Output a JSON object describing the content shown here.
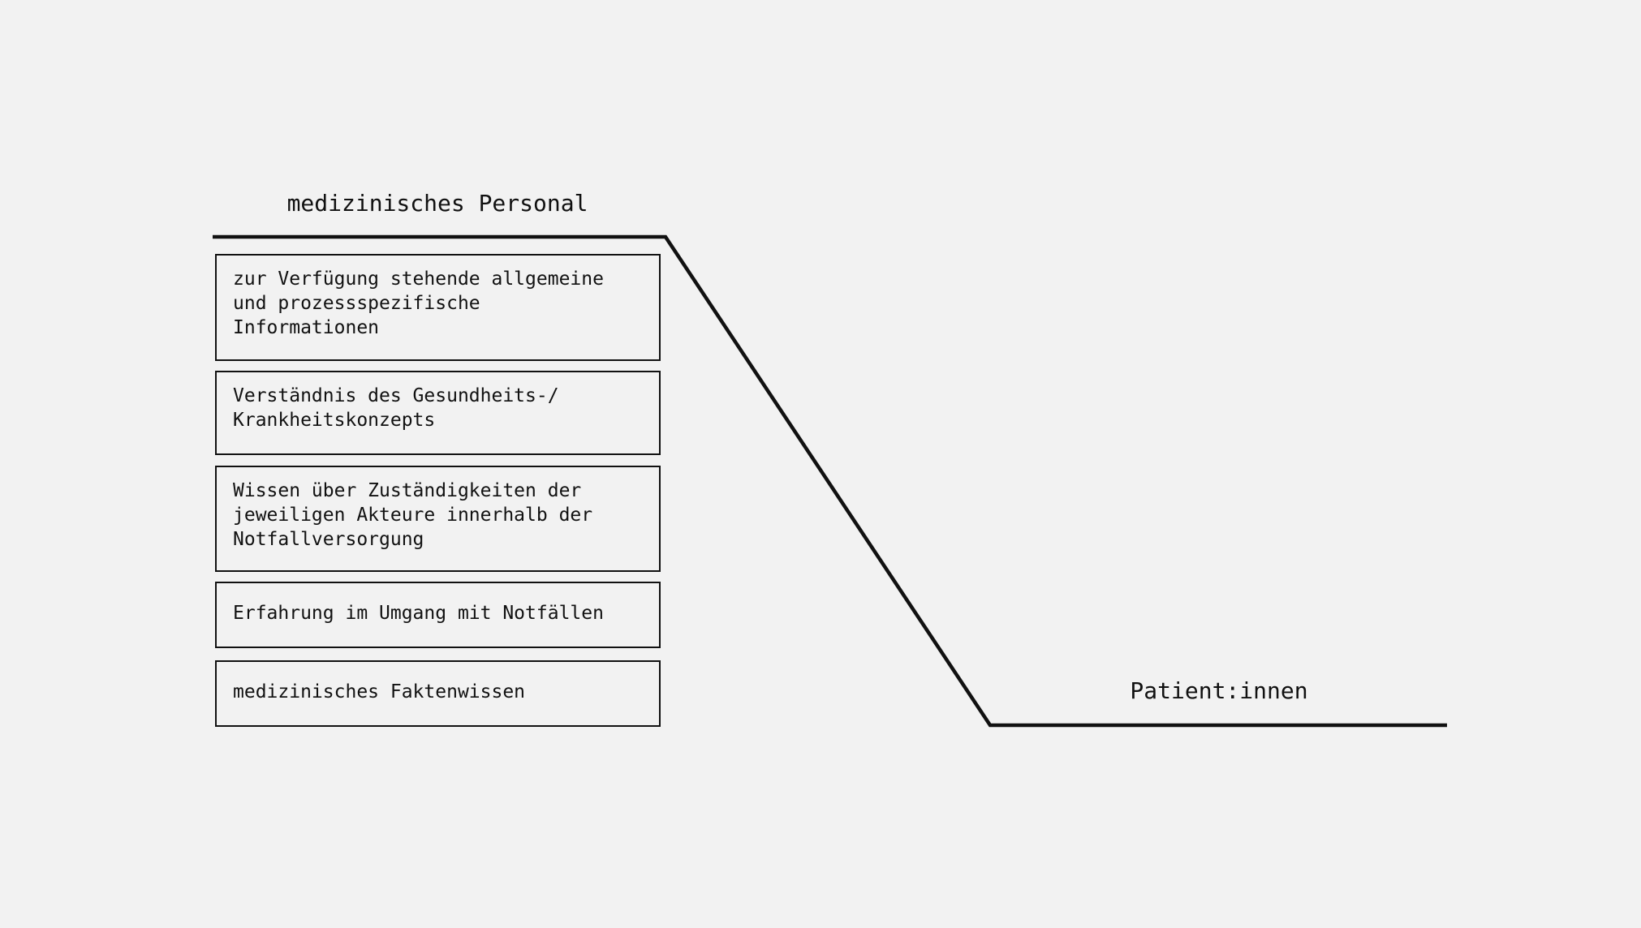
{
  "left_label": "medizinisches Personal",
  "right_label": "Patient:innen",
  "boxes": [
    "zur Verfügung stehende allgemeine\nund prozessspezifische\nInformationen",
    "Verständnis des Gesundheits-/\nKrankheitskonzepts",
    "Wissen über Zuständigkeiten der\njeweiligen Akteure innerhalb der\nNotfallversorgung",
    "Erfahrung im Umgang mit Notfällen",
    "medizinisches Faktenwissen"
  ]
}
